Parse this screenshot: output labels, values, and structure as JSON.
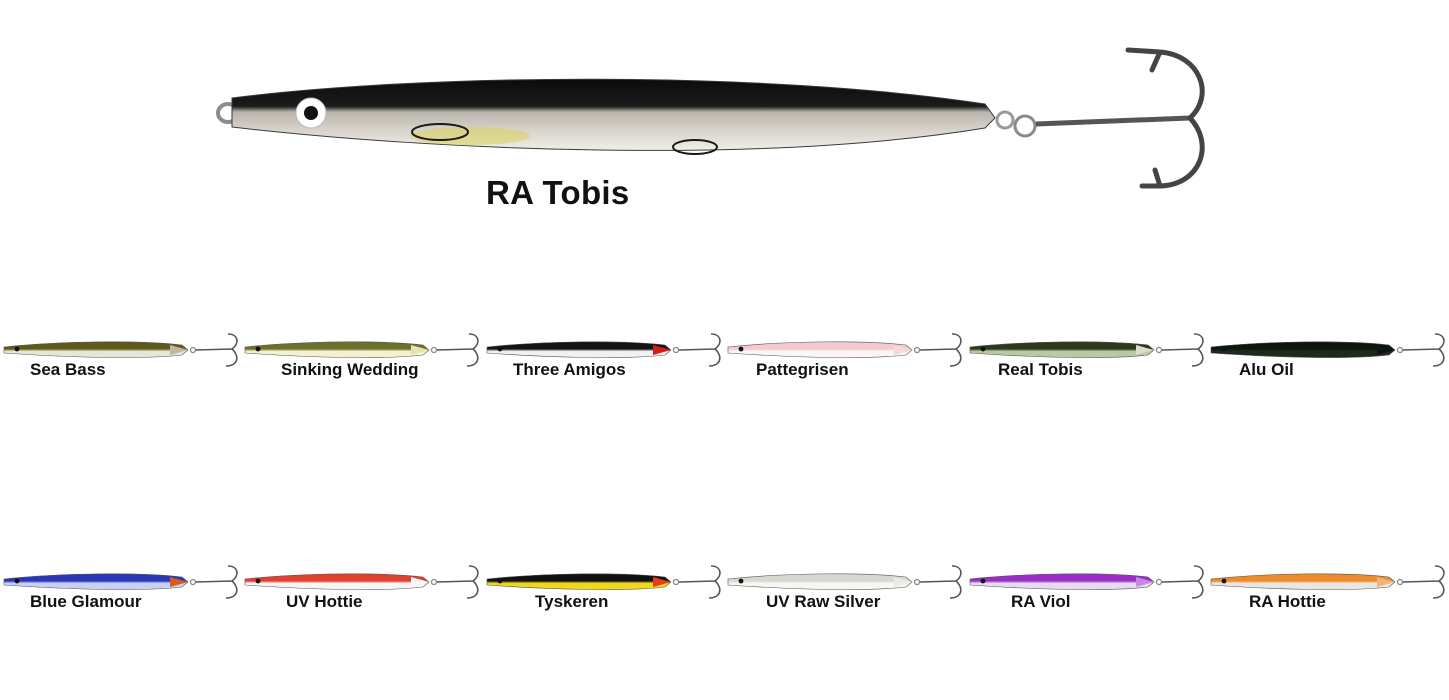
{
  "hero": {
    "title": "RA Tobis",
    "colors": {
      "back": "#111111",
      "side": "#c8c4bc",
      "belly": "#ede9e2",
      "accent": "#d9d25a"
    }
  },
  "lures": [
    {
      "name": "Sea Bass",
      "colors": {
        "back": "#5e5a1a",
        "belly": "#e8e6d8",
        "tip": "#c2b79a"
      }
    },
    {
      "name": "Sinking Wedding",
      "colors": {
        "back": "#6d6f2a",
        "belly": "#f3f1cf",
        "tip": "#e8e2b0"
      }
    },
    {
      "name": "Three Amigos",
      "colors": {
        "back": "#141414",
        "belly": "#f1f1f1",
        "tip": "#d51c1c"
      }
    },
    {
      "name": "Pattegrisen",
      "colors": {
        "back": "#f4c9cf",
        "belly": "#fbf5f5",
        "tip": "#f3d9db"
      }
    },
    {
      "name": "Real Tobis",
      "colors": {
        "back": "#2c3a1a",
        "belly": "#b7c9a5",
        "tip": "#d9ddd0"
      }
    },
    {
      "name": "Alu Oil",
      "colors": {
        "back": "#0e140e",
        "belly": "#1f2a1f",
        "tip": "#0e140e"
      }
    },
    {
      "name": "Blue Glamour",
      "colors": {
        "back": "#2a38b8",
        "belly": "#c9d0f2",
        "tip": "#d85a20"
      }
    },
    {
      "name": "UV Hottie",
      "colors": {
        "back": "#e0402f",
        "belly": "#f6f6f6",
        "tip": "#f6f6f6"
      }
    },
    {
      "name": "Tyskeren",
      "colors": {
        "back": "#111111",
        "belly": "#f2d81a",
        "tip": "#e83c12"
      }
    },
    {
      "name": "UV Raw Silver",
      "colors": {
        "back": "#d8d8d3",
        "belly": "#f6f6f2",
        "tip": "#ecece6"
      }
    },
    {
      "name": "RA Viol",
      "colors": {
        "back": "#9a2fc7",
        "belly": "#e7dcef",
        "tip": "#c68be0"
      }
    },
    {
      "name": "RA Hottie",
      "colors": {
        "back": "#ef8a2a",
        "belly": "#eae7e2",
        "tip": "#f1b37c"
      }
    }
  ]
}
